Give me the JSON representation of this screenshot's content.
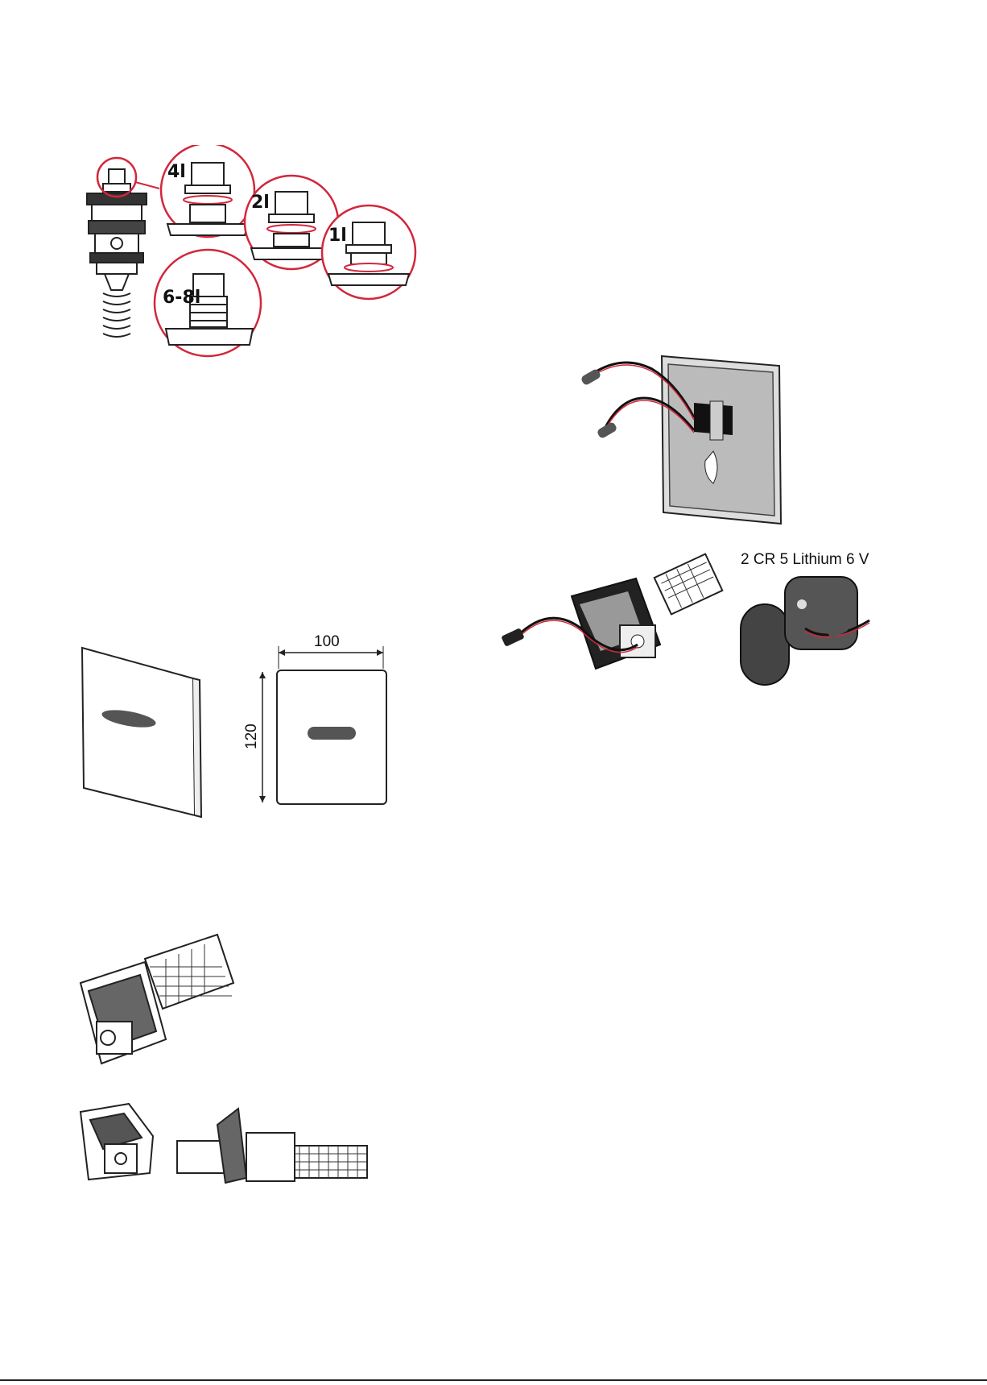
{
  "flush_settings": {
    "labels": [
      "4l",
      "2l",
      "1l",
      "6-8l"
    ],
    "accent_color": "#d2273c"
  },
  "dimensions": {
    "width_label": "100",
    "height_label": "120"
  },
  "battery": {
    "label": "2 CR 5 Lithium 6 V"
  }
}
